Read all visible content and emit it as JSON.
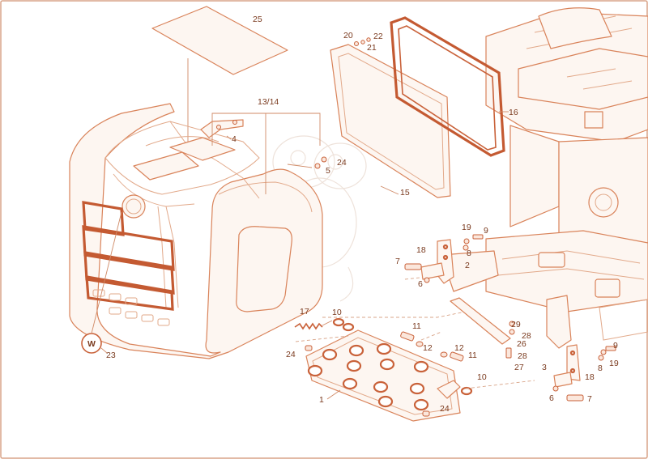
{
  "colors": {
    "line": "#d9835a",
    "dark_line": "#c45a32",
    "callout_text": "#7a3a1e",
    "background": "#ffffff"
  },
  "logo": {
    "text": "W"
  },
  "callouts": {
    "c1": "1",
    "c2": "2",
    "c3": "3",
    "c4": "4",
    "c5": "5",
    "c6a": "6",
    "c6b": "6",
    "c7a": "7",
    "c7b": "7",
    "c8a": "8",
    "c8b": "8",
    "c9a": "9",
    "c9b": "9",
    "c10a": "10",
    "c10b": "10",
    "c11a": "11",
    "c11b": "11",
    "c12a": "12",
    "c12b": "12",
    "c1314": "13/14",
    "c15": "15",
    "c16": "16",
    "c17": "17",
    "c18a": "18",
    "c18b": "18",
    "c19a": "19",
    "c19b": "19",
    "c20": "20",
    "c21": "21",
    "c22": "22",
    "c23": "23",
    "c24a": "24",
    "c24b": "24",
    "c24c": "24",
    "c25": "25",
    "c26": "26",
    "c27": "27",
    "c28a": "28",
    "c28b": "28",
    "c29": "29"
  }
}
